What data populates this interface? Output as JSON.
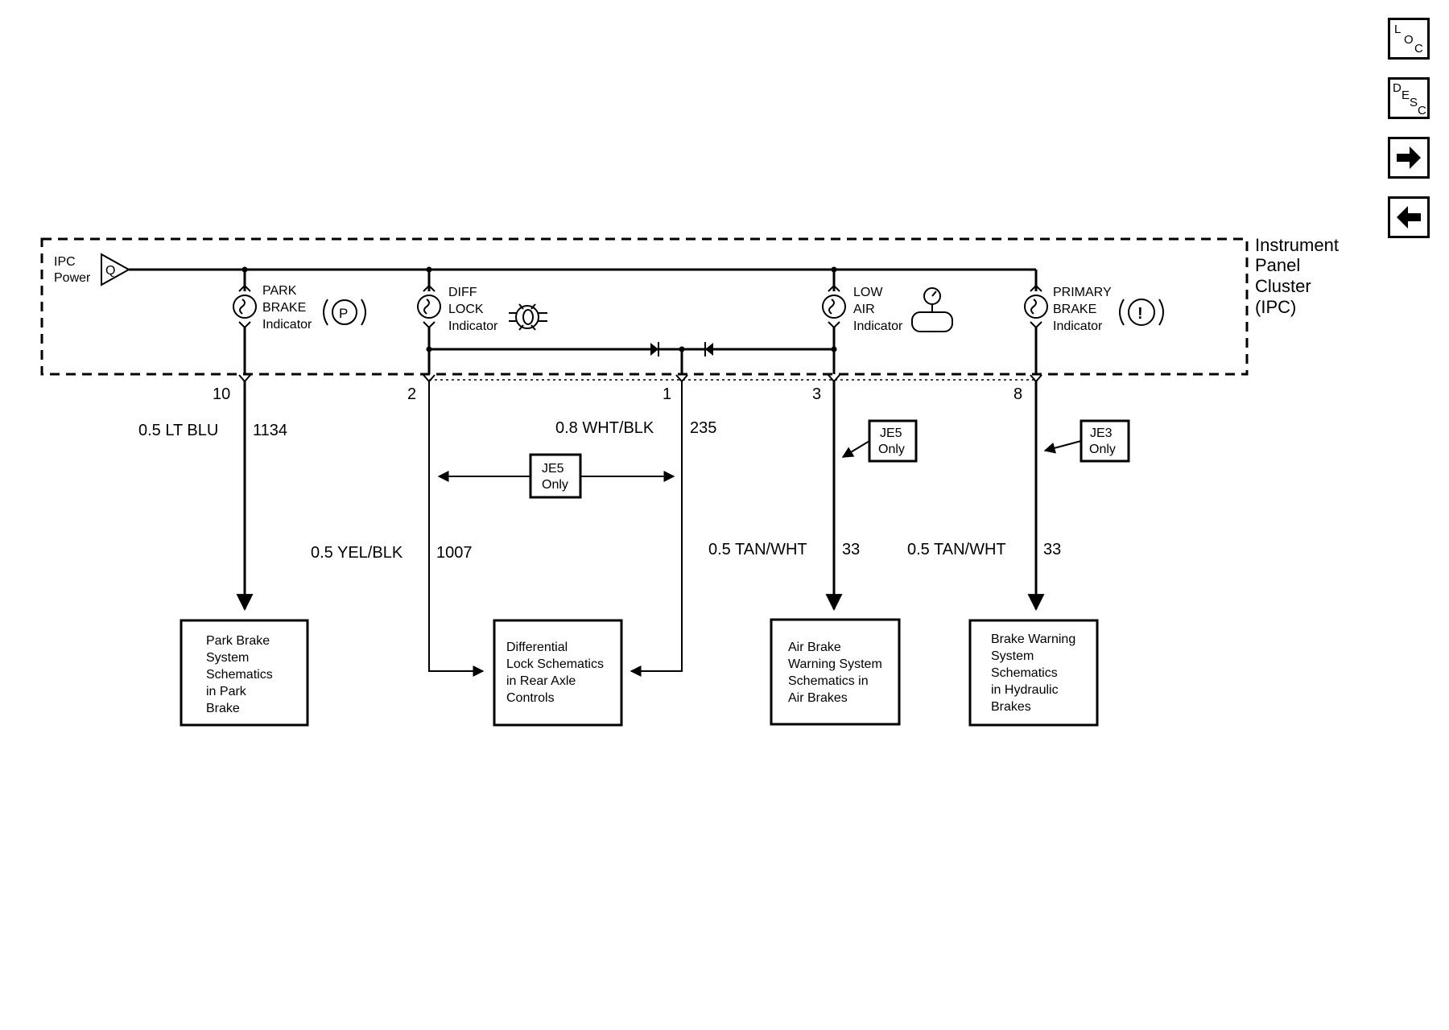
{
  "nav": {
    "loc": {
      "l1": "L",
      "l2": "O",
      "l3": "C"
    },
    "desc": {
      "l1": "D",
      "l2": "E",
      "l3": "S",
      "l4": "C"
    },
    "forward_icon": "right-arrow-icon",
    "back_icon": "left-arrow-icon"
  },
  "cluster": {
    "line1": "Instrument",
    "line2": "Panel",
    "line3": "Cluster",
    "line4": "(IPC)"
  },
  "power": {
    "line1": "IPC",
    "line2": "Power",
    "symbol": "Q"
  },
  "indicators": [
    {
      "line1": "PARK",
      "line2": "BRAKE",
      "line3": "Indicator",
      "icon": "P"
    },
    {
      "line1": "DIFF",
      "line2": "LOCK",
      "line3": "Indicator"
    },
    {
      "line1": "LOW",
      "line2": "AIR",
      "line3": "Indicator"
    },
    {
      "line1": "PRIMARY",
      "line2": "BRAKE",
      "line3": "Indicator",
      "icon": "!"
    }
  ],
  "pins": [
    "10",
    "2",
    "1",
    "3",
    "8"
  ],
  "wires": [
    {
      "gauge_color": "0.5 LT BLU",
      "circuit": "1134"
    },
    {
      "gauge_color": "0.5 YEL/BLK",
      "circuit": "1007"
    },
    {
      "gauge_color": "0.8 WHT/BLK",
      "circuit": "235"
    },
    {
      "gauge_color": "0.5 TAN/WHT",
      "circuit": "33"
    },
    {
      "gauge_color": "0.5 TAN/WHT",
      "circuit": "33"
    }
  ],
  "options": [
    {
      "line1": "JE5",
      "line2": "Only"
    },
    {
      "line1": "JE5",
      "line2": "Only"
    },
    {
      "line1": "JE3",
      "line2": "Only"
    }
  ],
  "destinations": [
    {
      "lines": [
        "Park Brake",
        "System",
        "Schematics",
        "in Park",
        "Brake"
      ]
    },
    {
      "lines": [
        "Differential",
        "Lock Schematics",
        "in Rear Axle",
        "Controls"
      ]
    },
    {
      "lines": [
        "Air Brake",
        "Warning System",
        "Schematics in",
        "Air Brakes"
      ]
    },
    {
      "lines": [
        "Brake Warning",
        "System",
        "Schematics",
        "in Hydraulic",
        "Brakes"
      ]
    }
  ]
}
